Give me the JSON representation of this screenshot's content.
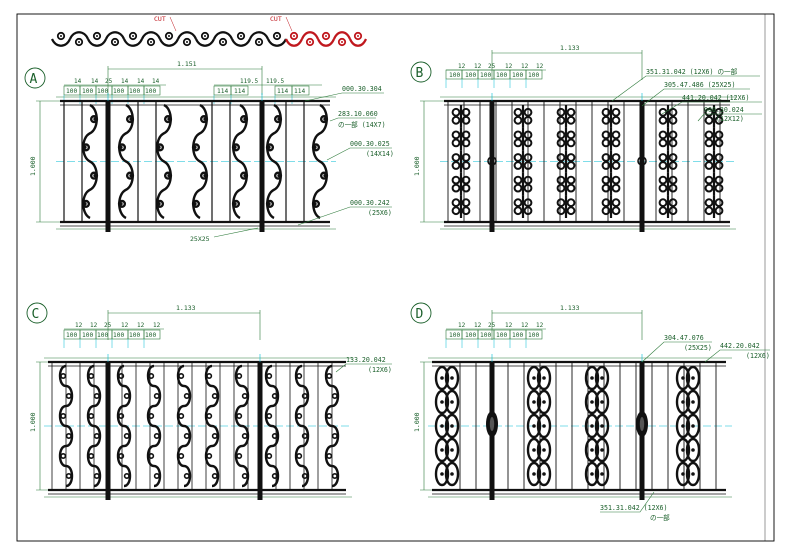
{
  "colors": {
    "ink": "#111111",
    "dim": "#1a5f2a",
    "center": "#00bcd4",
    "cut": "#c0181e"
  },
  "top_strip": {
    "cut_label_1": "CUT",
    "cut_label_2": "CUT"
  },
  "panels": [
    {
      "letter": "A",
      "overall": "1.151",
      "top_dims": [
        "14",
        "14",
        "25",
        "14",
        "14",
        "14"
      ],
      "row_100": [
        "100",
        "100",
        "100",
        "100",
        "100",
        "100"
      ],
      "right_dims": [
        "119.5",
        "119.5"
      ],
      "row_114": [
        "114",
        "114",
        "114",
        "114"
      ],
      "height": "1.000",
      "base": "25X25",
      "callouts": [
        "000.30.304",
        "283.10.060",
        "の一部 (14X7)",
        "000.30.025",
        "(14X14)",
        "000.30.242",
        "(25X6)"
      ]
    },
    {
      "letter": "B",
      "overall": "1.133",
      "top_dims": [
        "12",
        "12",
        "25",
        "12",
        "12",
        "12"
      ],
      "row_100": [
        "100",
        "100",
        "100",
        "100",
        "100",
        "100"
      ],
      "height": "1.000",
      "callouts": [
        "351.31.042 (12X6) の一部",
        "305.47.486 (25X25)",
        "441.20.042 (12X6)",
        "000.30.024",
        "(12X12)"
      ]
    },
    {
      "letter": "C",
      "overall": "1.133",
      "top_dims": [
        "12",
        "12",
        "25",
        "12",
        "12",
        "12"
      ],
      "row_100": [
        "100",
        "100",
        "100",
        "100",
        "100",
        "100"
      ],
      "height": "1.000",
      "callouts": [
        "133.20.042",
        "(12X6)"
      ]
    },
    {
      "letter": "D",
      "overall": "1.133",
      "top_dims": [
        "12",
        "12",
        "25",
        "12",
        "12",
        "12"
      ],
      "row_100": [
        "100",
        "100",
        "100",
        "100",
        "100",
        "100"
      ],
      "height": "1.000",
      "callouts": [
        "304.47.076",
        "(25X25)",
        "442.20.042",
        "(12X6)",
        "351.31.042 (12X6)",
        "の一部"
      ]
    }
  ]
}
